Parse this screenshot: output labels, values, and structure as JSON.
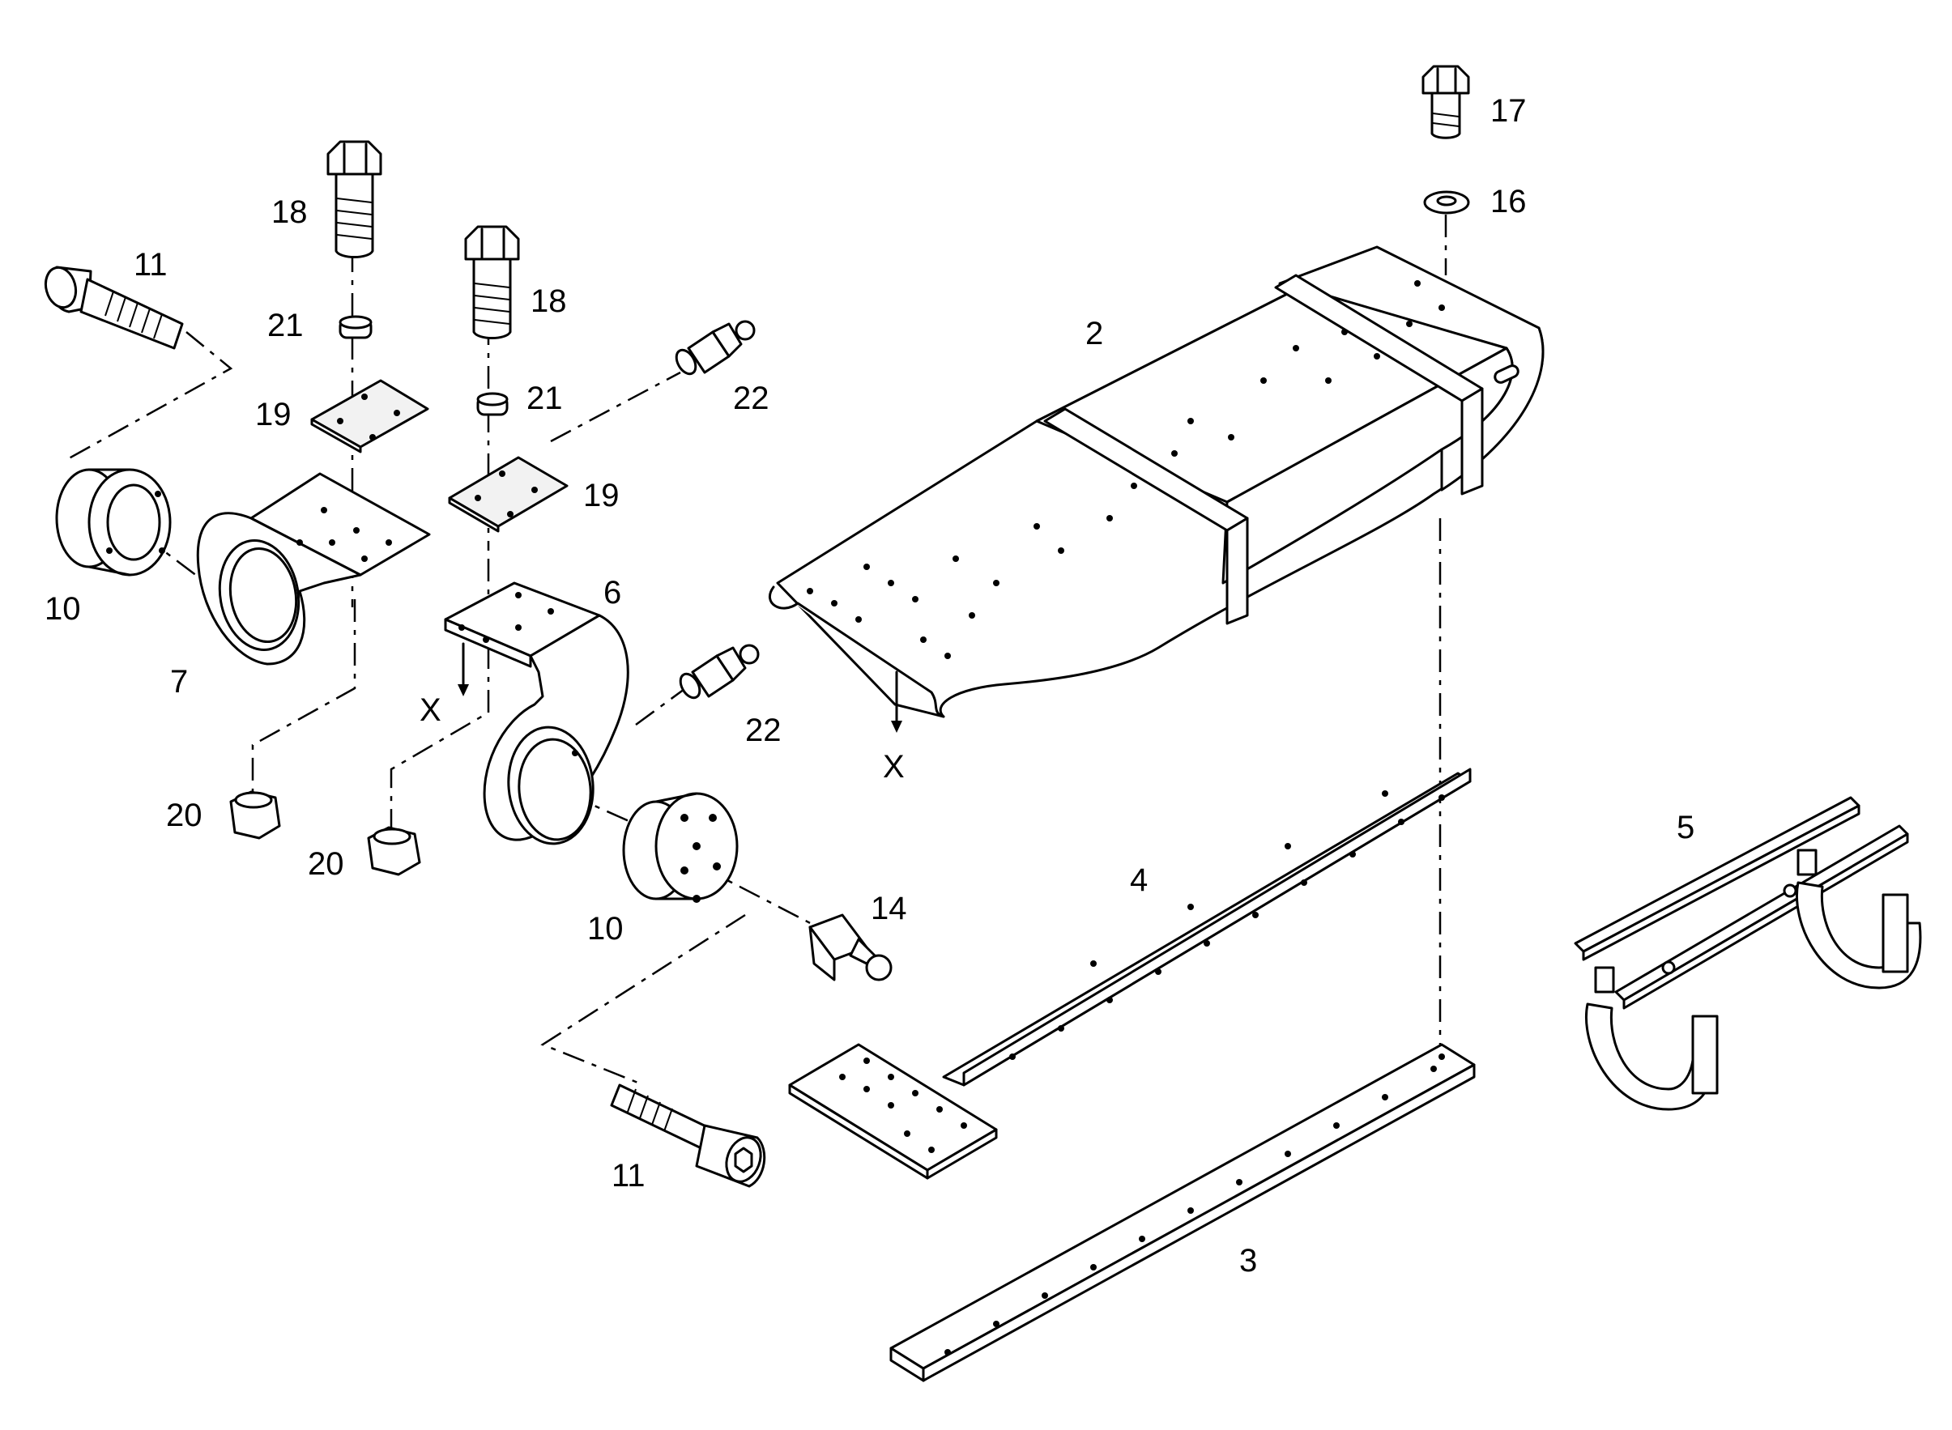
{
  "callouts": {
    "c2": "2",
    "c3": "3",
    "c4": "4",
    "c5": "5",
    "c6": "6",
    "c7": "7",
    "c10a": "10",
    "c10b": "10",
    "c11a": "11",
    "c11b": "11",
    "c14": "14",
    "c16": "16",
    "c17": "17",
    "c18a": "18",
    "c18b": "18",
    "c19a": "19",
    "c19b": "19",
    "c20a": "20",
    "c20b": "20",
    "c21a": "21",
    "c21b": "21",
    "c22a": "22",
    "c22b": "22",
    "xa": "X",
    "xb": "X"
  }
}
